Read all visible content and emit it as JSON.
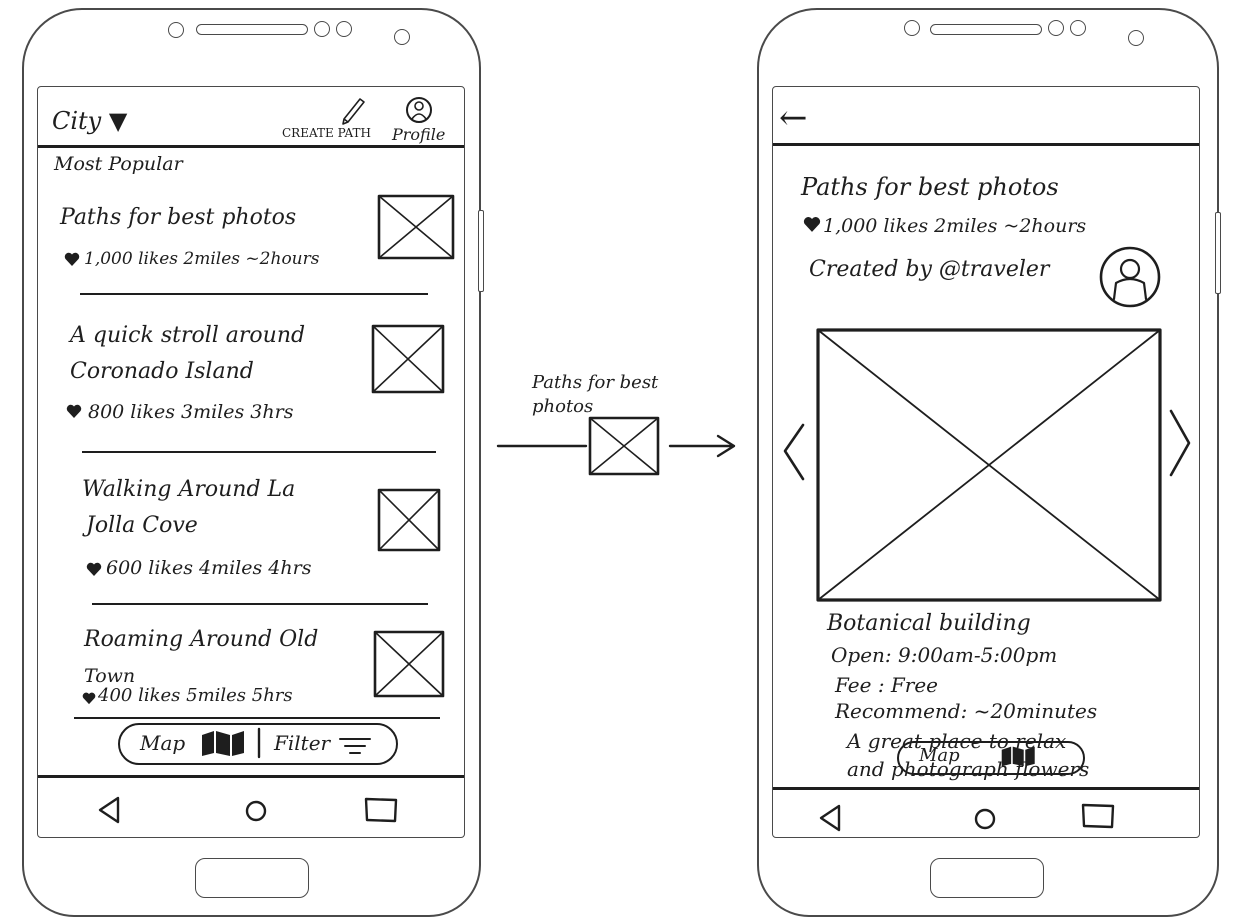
{
  "left_screen": {
    "city_label": "City ▼",
    "create_path_label": "CREATE PATH",
    "profile_label": "Profile",
    "section_title": "Most Popular",
    "items": [
      {
        "title_line1": "Paths for best photos",
        "title_line2": "",
        "stats": "1,000 likes  2miles ~2hours"
      },
      {
        "title_line1": "A quick stroll around",
        "title_line2": "Coronado Island",
        "stats": "800 likes  3miles 3hrs"
      },
      {
        "title_line1": "Walking Around La",
        "title_line2": "Jolla  Cove",
        "stats": "600 likes 4miles 4hrs"
      },
      {
        "title_line1": "Roaming Around Old",
        "title_line2": "Town",
        "stats": "400 likes   5miles 5hrs"
      }
    ],
    "map_label": "Map",
    "filter_label": "Filter"
  },
  "transition": {
    "label_line1": "Paths for best",
    "label_line2": "photos"
  },
  "right_screen": {
    "back_arrow": "←",
    "title": "Paths for best photos",
    "stats": "1,000 likes   2miles  ~2hours",
    "created_by": "Created by @traveler",
    "prev_arrow": "<",
    "next_arrow": ">",
    "place_name": "Botanical building",
    "open_hours": "Open: 9:00am-5:00pm",
    "fee": "Fee : Free",
    "recommend": "Recommend: ~20minutes",
    "description_line1": "A great place to relax",
    "description_line2": "and photograph flowers",
    "map_label": "Map"
  },
  "icons": {
    "heart": "heart-icon",
    "pencil": "pencil-icon",
    "profile": "profile-icon",
    "map": "map-icon",
    "filter": "filter-icon",
    "nav_back": "triangle-back-icon",
    "nav_home": "circle-home-icon",
    "nav_recent": "square-recent-icon"
  }
}
